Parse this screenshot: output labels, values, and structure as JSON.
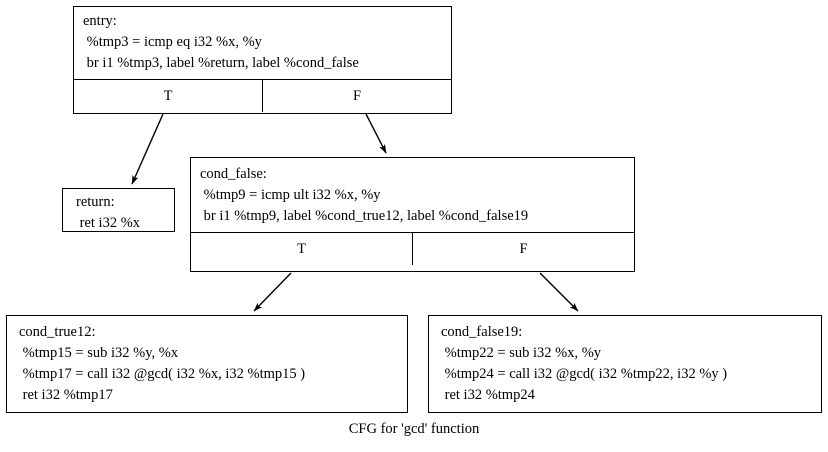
{
  "caption": "CFG for 'gcd' function",
  "colors": {
    "background": "#ffffff",
    "border": "#000000",
    "text": "#000000",
    "edge": "#000000"
  },
  "nodes": {
    "entry": {
      "label": "entry:",
      "lines": [
        "entry:",
        " %tmp3 = icmp eq i32 %x, %y",
        " br i1 %tmp3, label %return, label %cond_false"
      ],
      "branches": {
        "true_label": "T",
        "false_label": "F"
      }
    },
    "return": {
      "label": "return:",
      "lines": [
        "return:",
        " ret i32 %x"
      ]
    },
    "cond_false": {
      "label": "cond_false:",
      "lines": [
        "cond_false:",
        " %tmp9 = icmp ult i32 %x, %y",
        " br i1 %tmp9, label %cond_true12, label %cond_false19"
      ],
      "branches": {
        "true_label": "T",
        "false_label": "F"
      }
    },
    "cond_true12": {
      "label": "cond_true12:",
      "lines": [
        "cond_true12:",
        " %tmp15 = sub i32 %y, %x",
        " %tmp17 = call i32 @gcd( i32 %x, i32 %tmp15 )",
        " ret i32 %tmp17"
      ]
    },
    "cond_false19": {
      "label": "cond_false19:",
      "lines": [
        "cond_false19:",
        " %tmp22 = sub i32 %x, %y",
        " %tmp24 = call i32 @gcd( i32 %tmp22, i32 %y )",
        " ret i32 %tmp24"
      ]
    }
  },
  "edges": [
    {
      "from": "entry",
      "port": "T",
      "to": "return"
    },
    {
      "from": "entry",
      "port": "F",
      "to": "cond_false"
    },
    {
      "from": "cond_false",
      "port": "T",
      "to": "cond_true12"
    },
    {
      "from": "cond_false",
      "port": "F",
      "to": "cond_false19"
    }
  ]
}
